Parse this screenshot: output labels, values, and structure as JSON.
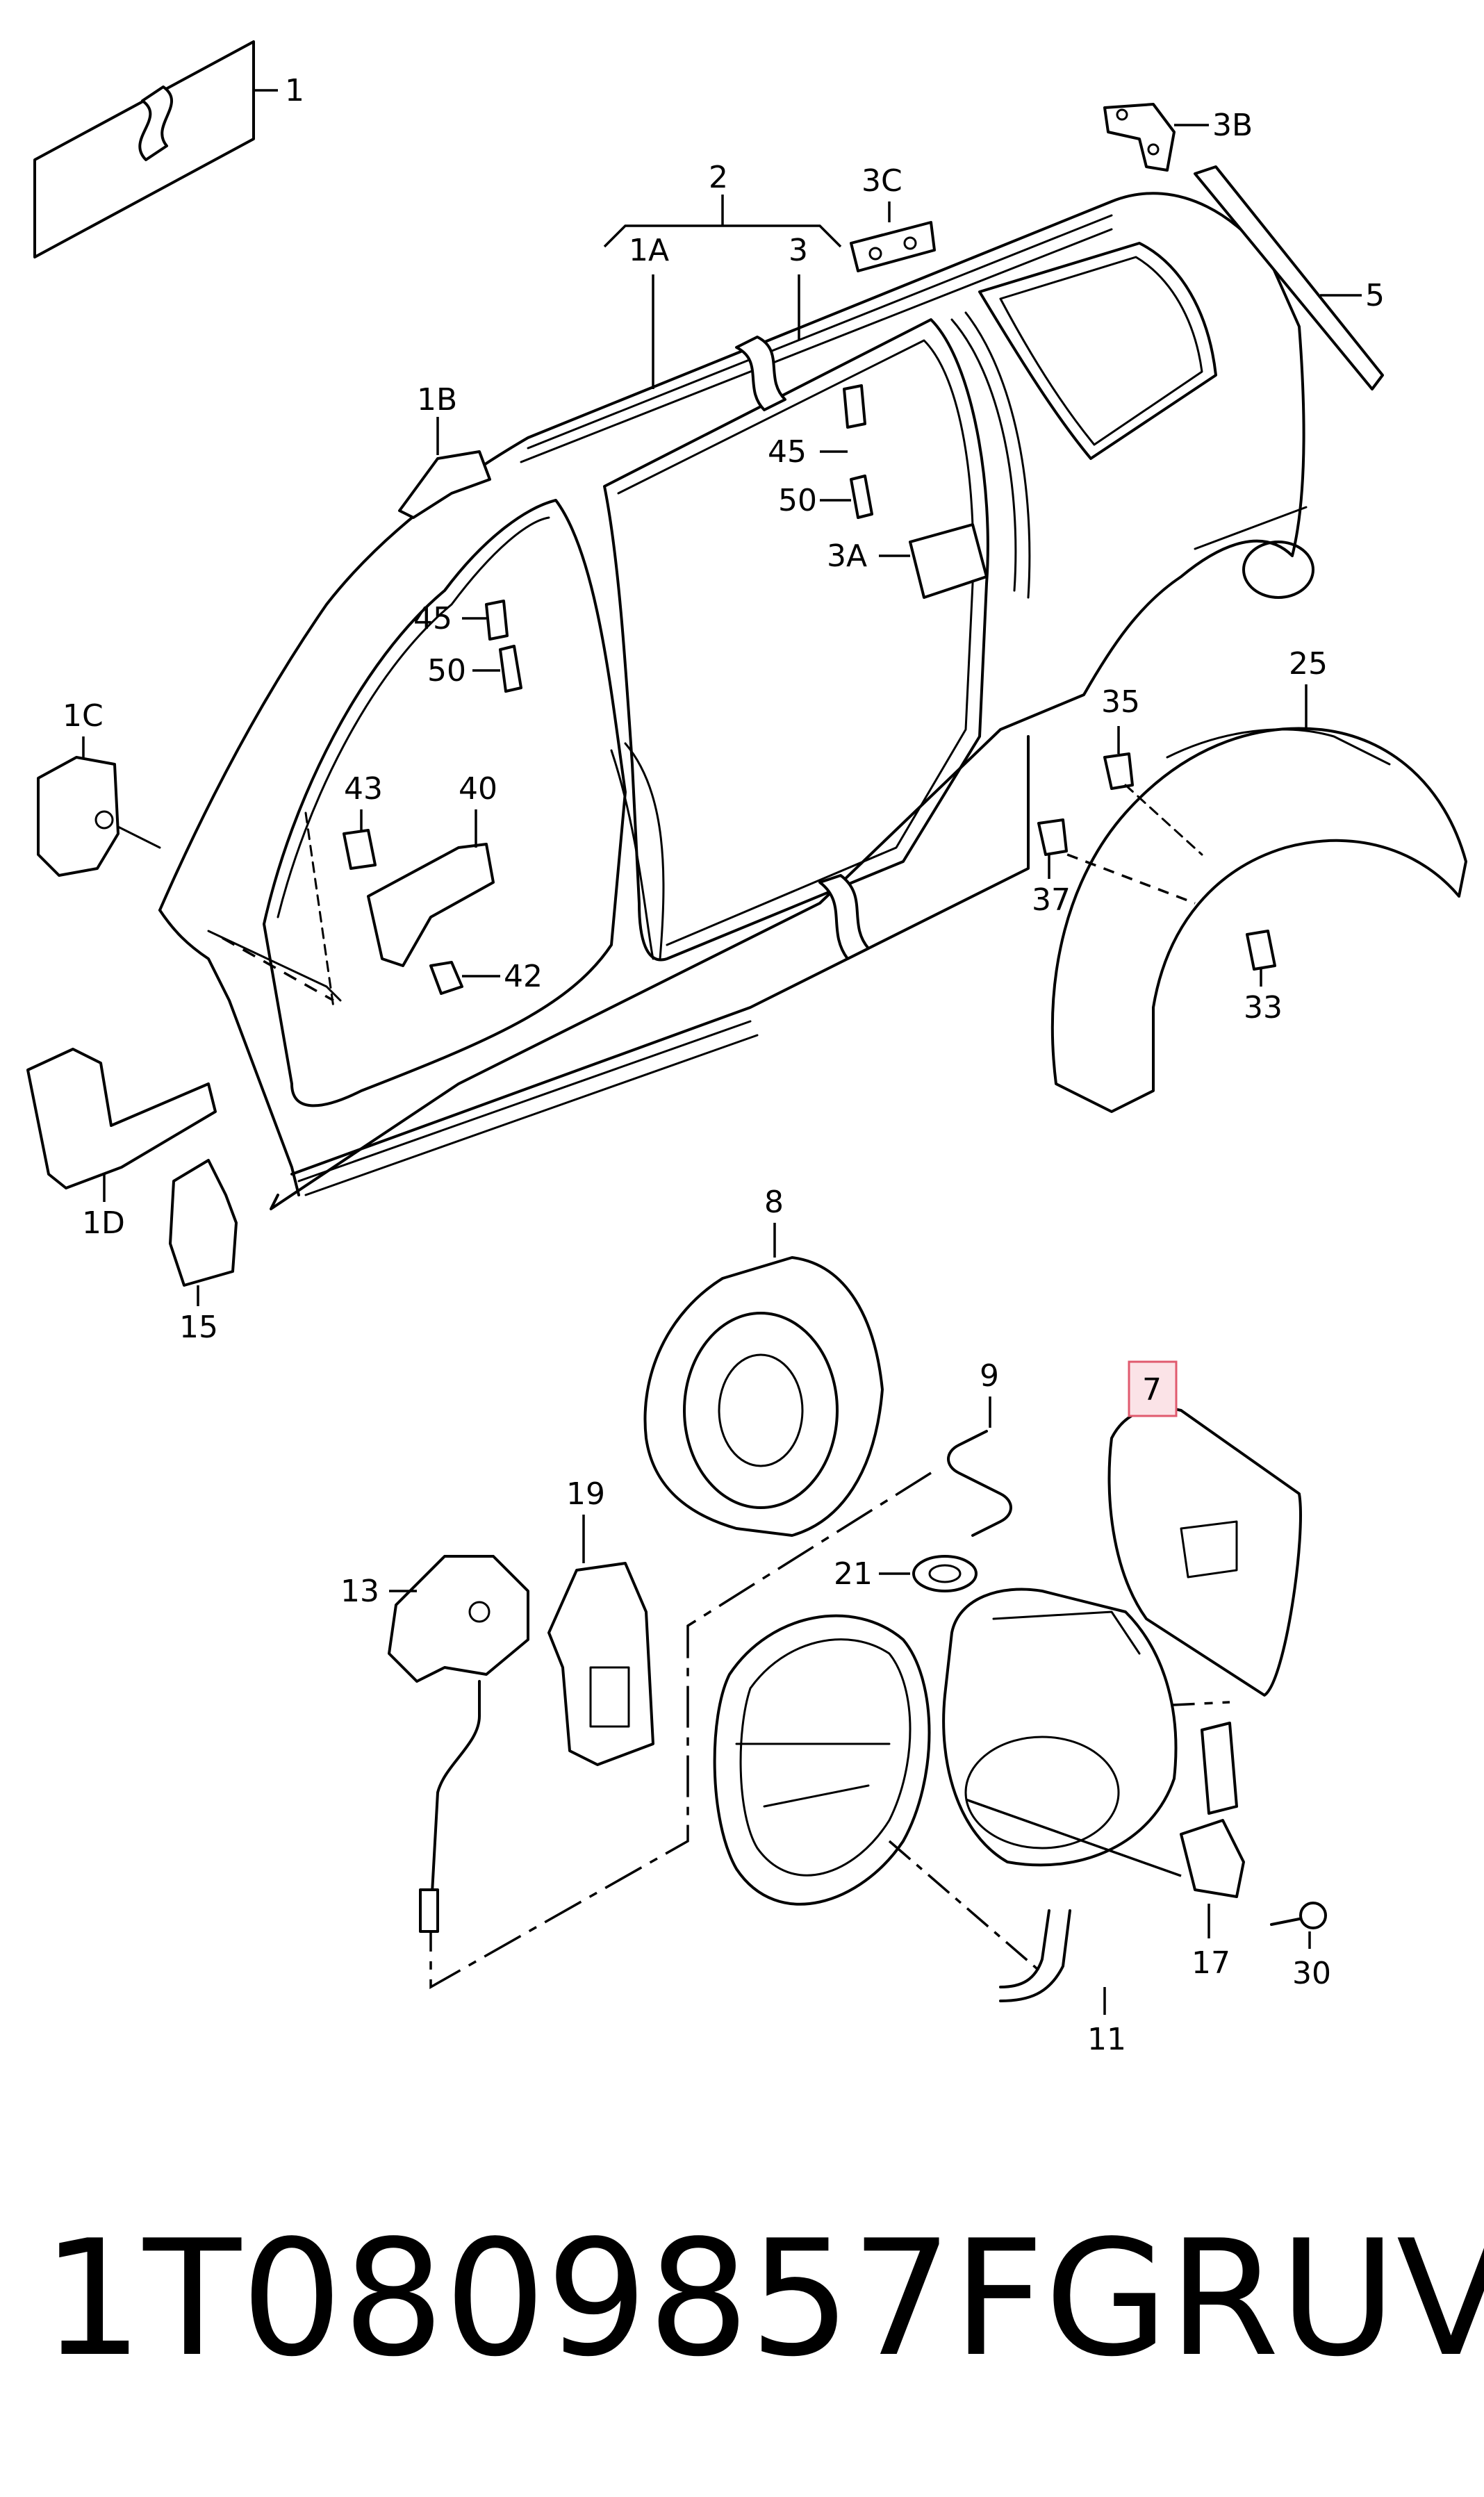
{
  "callouts": {
    "c1": "1",
    "c2": "2",
    "c1A": "1A",
    "c3": "3",
    "c3C": "3C",
    "c3B": "3B",
    "c5": "5",
    "c1B": "1B",
    "c45a": "45",
    "c50a": "50",
    "c3A": "3A",
    "c45b": "45",
    "c50b": "50",
    "c1C": "1C",
    "c43": "43",
    "c40": "40",
    "c42": "42",
    "c35": "35",
    "c25": "25",
    "c37": "37",
    "c33": "33",
    "c1D": "1D",
    "c15": "15",
    "c8": "8",
    "c9": "9",
    "c7": "7",
    "c19": "19",
    "c13": "13",
    "c21": "21",
    "c17": "17",
    "c30": "30",
    "c11": "11"
  },
  "highlight_color": "#e05a6e",
  "footer": {
    "part_number": "1T0809857FGRU",
    "brand": "VAG"
  }
}
